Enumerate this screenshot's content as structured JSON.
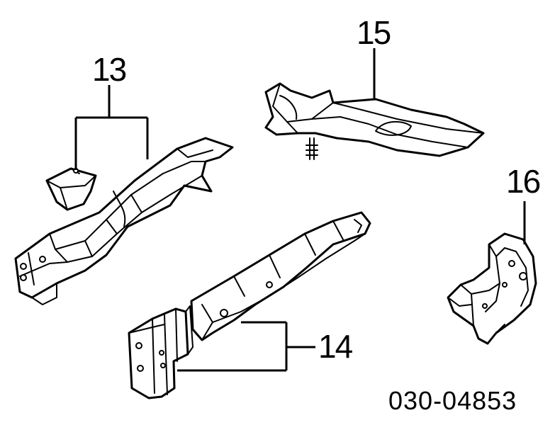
{
  "callouts": {
    "part_13": "13",
    "part_14": "14",
    "part_15": "15",
    "part_16": "16"
  },
  "diagram_ref": "030-04853"
}
